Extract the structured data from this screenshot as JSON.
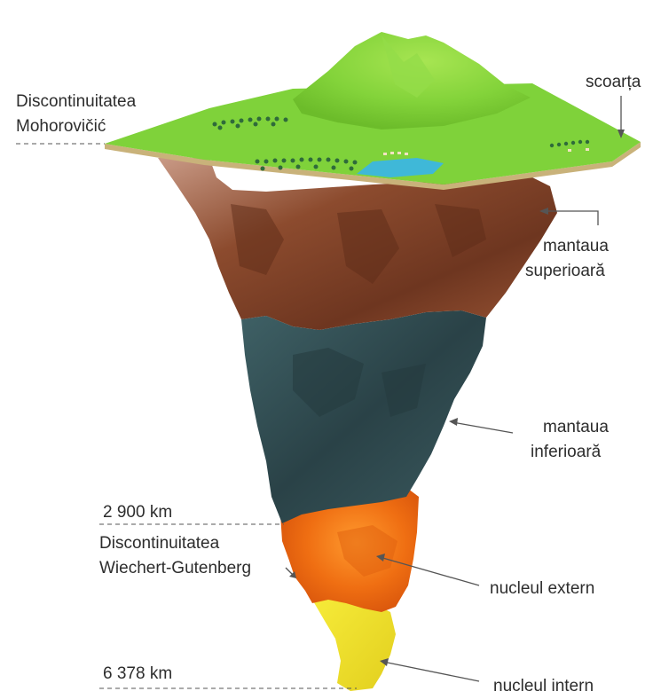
{
  "labels": {
    "moho_line1": "Discontinuitatea",
    "moho_line2": "Mohorovičić",
    "crust": "scoarța",
    "upper_mantle_line1": "mantaua",
    "upper_mantle_line2": "superioară",
    "lower_mantle_line1": "mantaua",
    "lower_mantle_line2": "inferioară",
    "depth_2900": "2 900 km",
    "wg_line1": "Discontinuitatea",
    "wg_line2": "Wiechert-Gutenberg",
    "outer_core": "nucleul extern",
    "depth_6378": "6 378 km",
    "inner_core": "nucleul intern"
  },
  "colors": {
    "crust_grass": "#7fd23a",
    "crust_edge": "#c9b27a",
    "upper_mantle": "#8a4a2c",
    "lower_mantle": "#2f4d52",
    "outer_core": "#f07a1a",
    "inner_core": "#f2e22c",
    "lake": "#3fb8d8",
    "leader_line": "#555555"
  }
}
